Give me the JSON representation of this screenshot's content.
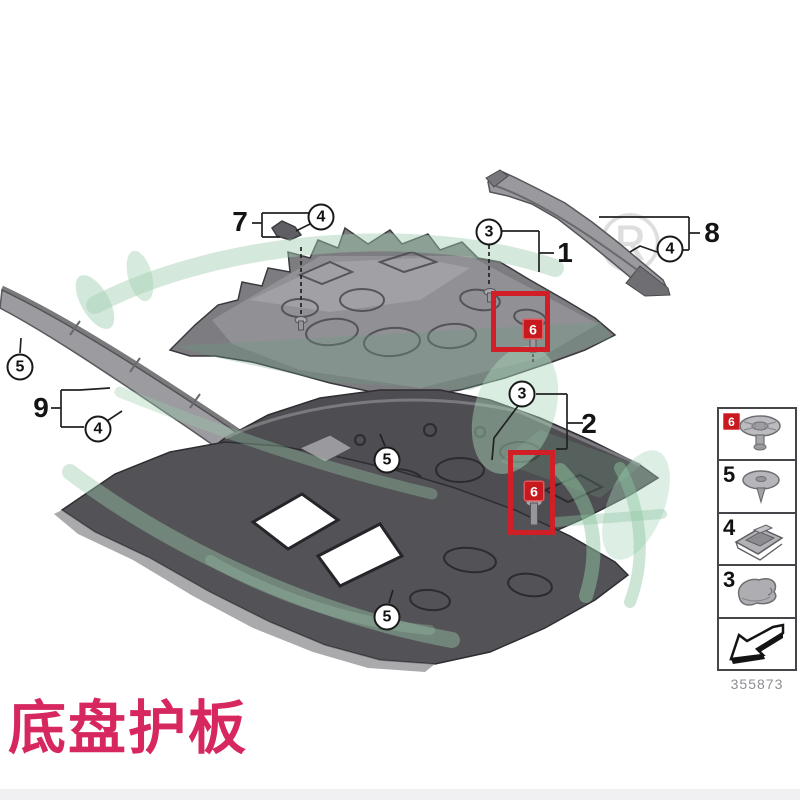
{
  "title": {
    "text": "底盘护板"
  },
  "diagram": {
    "registered_mark": "®",
    "part_labels": [
      {
        "part": "1",
        "text": "1"
      },
      {
        "part": "2",
        "text": "2"
      },
      {
        "part": "7",
        "text": "7"
      },
      {
        "part": "8",
        "text": "8"
      },
      {
        "part": "9",
        "text": "9"
      }
    ],
    "fastener_callouts": [
      {
        "text": "4"
      },
      {
        "text": "3"
      },
      {
        "text": "4"
      },
      {
        "text": "5"
      },
      {
        "text": "4"
      },
      {
        "text": "3"
      },
      {
        "text": "5"
      },
      {
        "text": "5"
      }
    ],
    "highlight_badges": [
      {
        "text": "6"
      },
      {
        "text": "6"
      }
    ]
  },
  "legend": {
    "items": [
      {
        "label": "6",
        "highlighted": true,
        "icon": "flat-head-rivet-icon"
      },
      {
        "label": "5",
        "highlighted": false,
        "icon": "cone-tip-rivet-icon"
      },
      {
        "label": "4",
        "highlighted": false,
        "icon": "spring-nut-clip-icon"
      },
      {
        "label": "3",
        "highlighted": false,
        "icon": "plastic-cap-clip-icon"
      }
    ],
    "direction_cell_icon": "direction-arrow-icon",
    "diagram_number": "355873"
  },
  "colors": {
    "highlight_red": "#d01f26",
    "badge_red": "#c8191f",
    "title_pink": "#d6275f",
    "panel_dark": "#4e4e52",
    "panel_light": "#9a9a9e",
    "watermark_green": "#a8d4b8"
  }
}
